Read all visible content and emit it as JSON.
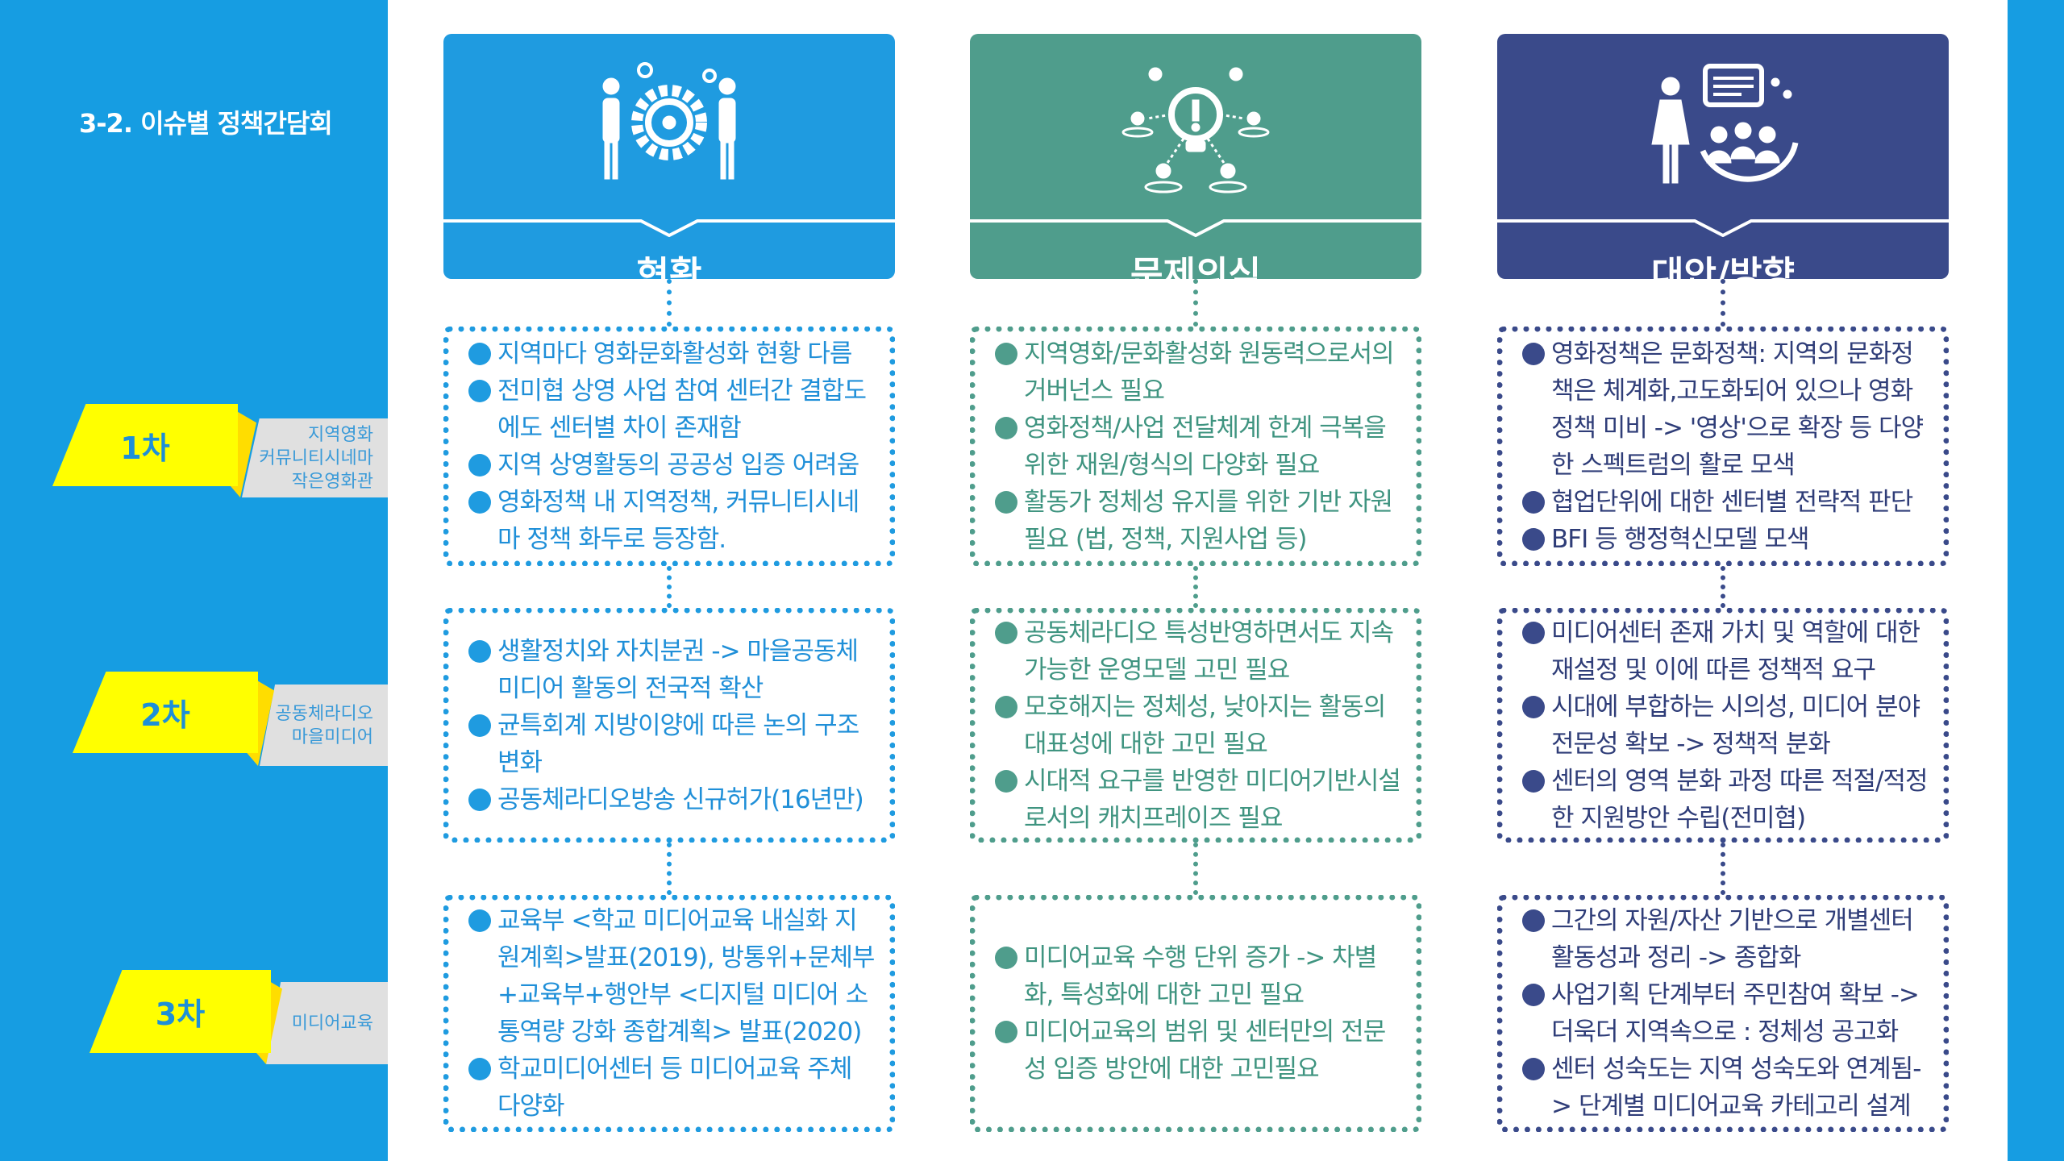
{
  "title": "3-2. 이슈별 정책간담회",
  "rounds": [
    {
      "label": "1차",
      "topics": [
        "지역영화",
        "커뮤니티시네마",
        "작은영화관"
      ]
    },
    {
      "label": "2차",
      "topics": [
        "공동체라디오",
        "마을미디어"
      ]
    },
    {
      "label": "3차",
      "topics": [
        "미디어교육"
      ]
    }
  ],
  "colors": {
    "panel": "#169de2",
    "yellow": "#ffff00",
    "col1": "#1f9be0",
    "col2": "#4f9d8c",
    "col3": "#3a4a8a"
  },
  "columns": [
    {
      "title": "현황",
      "icon": "gear-people-icon",
      "text_color": "#1f8fd8",
      "rows": [
        [
          "지역마다 영화문화활성화 현황 다름",
          "전미협 상영 사업 참여 센터간 결합도에도 센터별 차이 존재함",
          "지역 상영활동의 공공성 입증 어려움",
          "영화정책 내 지역정책, 커뮤니티시네마 정책 화두로 등장함."
        ],
        [
          "생활정치와 자치분권 -> 마을공동체미디어 활동의 전국적 확산",
          "균특회계 지방이양에 따른 논의 구조 변화",
          "공동체라디오방송 신규허가(16년만)"
        ],
        [
          "교육부 <학교 미디어교육 내실화 지원계획>발표(2019), 방통위+문체부+교육부+행안부 <디지털 미디어 소통역량 강화 종합계획> 발표(2020)",
          "학교미디어센터 등 미디어교육 주체 다양화"
        ]
      ]
    },
    {
      "title": "문제의식",
      "icon": "idea-network-icon",
      "text_color": "#3f9480",
      "rows": [
        [
          "지역영화/문화활성화 원동력으로서의 거버넌스 필요",
          "영화정책/사업 전달체계 한계 극복을 위한 재원/형식의 다양화 필요",
          "활동가 정체성 유지를 위한 기반 자원 필요 (법, 정책, 지원사업 등)"
        ],
        [
          "공동체라디오 특성반영하면서도 지속가능한 운영모델 고민 필요",
          "모호해지는 정체성, 낮아지는 활동의 대표성에 대한 고민 필요",
          "시대적 요구를 반영한 미디어기반시설로서의 캐치프레이즈 필요"
        ],
        [
          "미디어교육 수행 단위 증가 -> 차별화, 특성화에 대한 고민 필요",
          "미디어교육의 범위 및 센터만의 전문성 입증 방안에 대한 고민필요"
        ]
      ]
    },
    {
      "title": "대안/방향",
      "icon": "presentation-group-icon",
      "text_color": "#2f3d78",
      "rows": [
        [
          "영화정책은 문화정책: 지역의 문화정책은 체계화,고도화되어 있으나 영화정책 미비 -> '영상'으로 확장 등 다양한 스펙트럼의 활로 모색",
          "협업단위에 대한 센터별 전략적 판단",
          "BFI 등 행정혁신모델 모색"
        ],
        [
          "미디어센터 존재 가치 및 역할에 대한 재설정 및 이에 따른 정책적 요구",
          "시대에 부합하는 시의성, 미디어 분야 전문성 확보 -> 정책적 분화",
          "센터의 영역 분화 과정 따른 적절/적정한 지원방안 수립(전미협)"
        ],
        [
          "그간의 자원/자산 기반으로 개별센터 활동성과 정리 -> 종합화",
          "사업기획 단계부터 주민참여 확보 -> 더욱더 지역속으로 : 정체성 공고화",
          "센터 성숙도는 지역 성숙도와 연계됨-> 단계별 미디어교육 카테고리 설계"
        ]
      ]
    }
  ]
}
